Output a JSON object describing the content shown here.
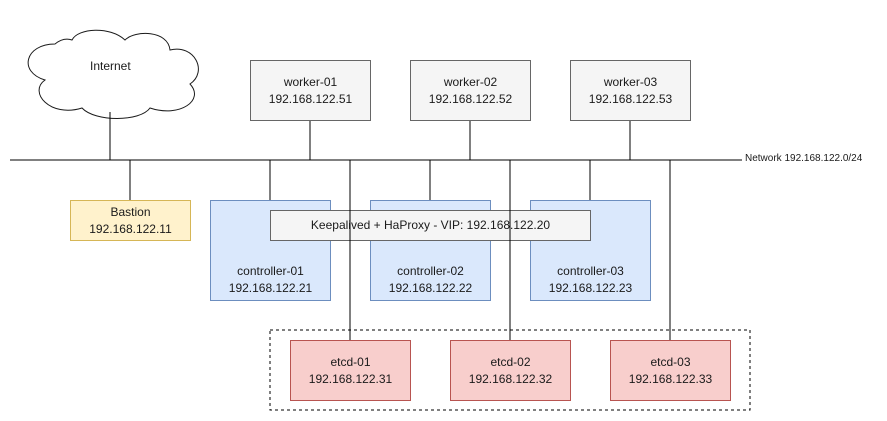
{
  "internet": {
    "label": "Internet"
  },
  "network": {
    "label": "Network 192.168.122.0/24"
  },
  "workers": [
    {
      "name": "worker-01",
      "ip": "192.168.122.51"
    },
    {
      "name": "worker-02",
      "ip": "192.168.122.52"
    },
    {
      "name": "worker-03",
      "ip": "192.168.122.53"
    }
  ],
  "bastion": {
    "name": "Bastion",
    "ip": "192.168.122.11"
  },
  "controllers": [
    {
      "name": "controller-01",
      "ip": "192.168.122.21"
    },
    {
      "name": "controller-02",
      "ip": "192.168.122.22"
    },
    {
      "name": "controller-03",
      "ip": "192.168.122.23"
    }
  ],
  "vip": {
    "label": "Keepalived + HaProxy - VIP: 192.168.122.20"
  },
  "etcd": [
    {
      "name": "etcd-01",
      "ip": "192.168.122.31"
    },
    {
      "name": "etcd-02",
      "ip": "192.168.122.32"
    },
    {
      "name": "etcd-03",
      "ip": "192.168.122.33"
    }
  ],
  "colors": {
    "worker_fill": "#f5f5f5",
    "bastion_fill": "#fff2cc",
    "controller_fill": "#dae8fc",
    "etcd_fill": "#f8cecc"
  }
}
